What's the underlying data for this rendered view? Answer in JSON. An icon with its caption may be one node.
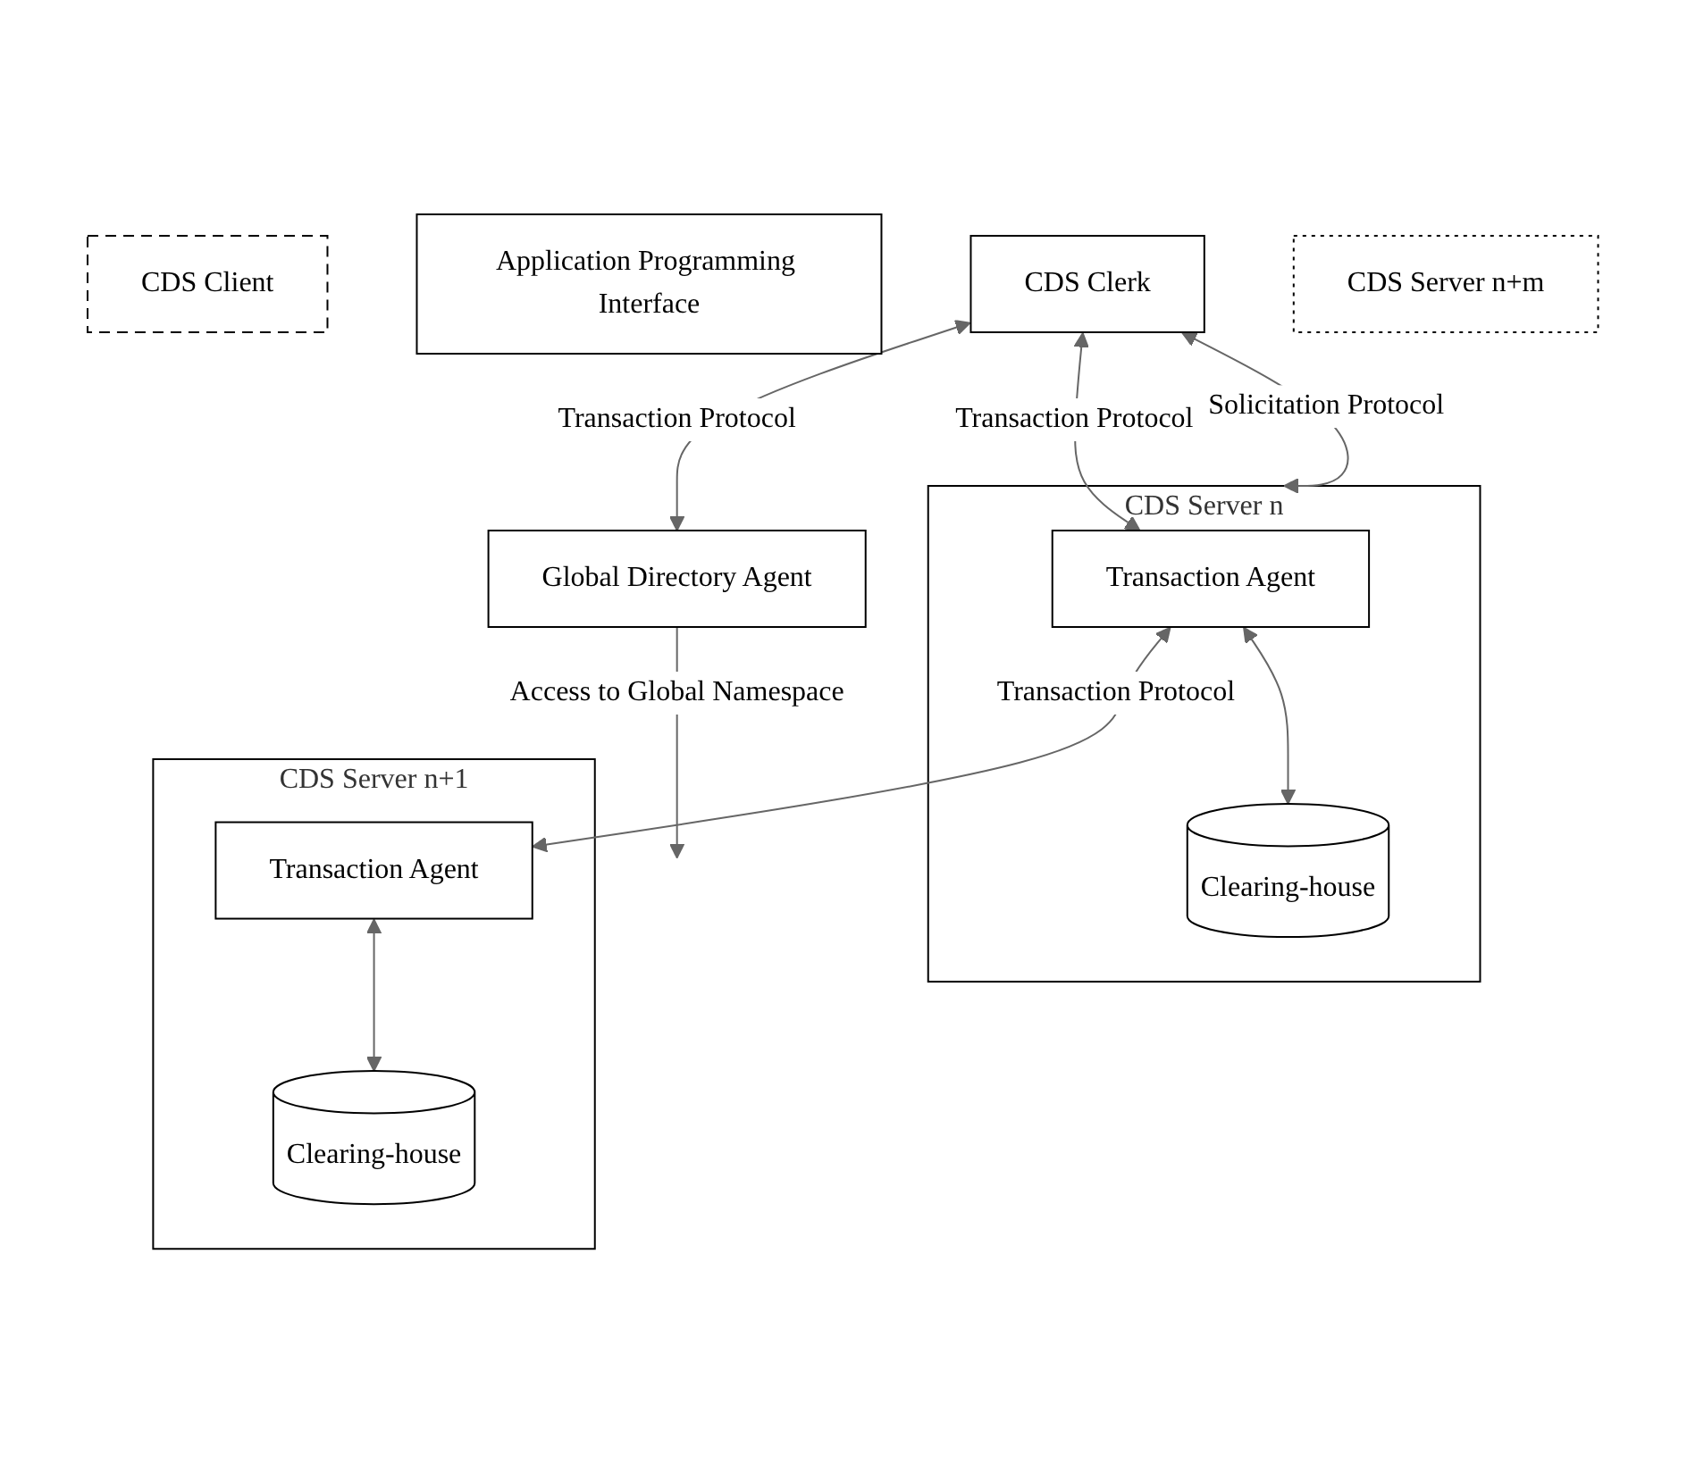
{
  "diagram": {
    "nodes": [
      {
        "text": [
          "CDS Client"
        ]
      },
      {
        "text": [
          "Application Programming Interface"
        ]
      },
      {
        "text": [
          "CDS Clerk"
        ]
      },
      {
        "text": [
          "Global Directory Agent"
        ]
      },
      {
        "text": [
          "CDS Server n"
        ]
      },
      {
        "text": [
          "Transaction Agent"
        ],
        "in": 4
      },
      {
        "text": [
          "Clearing-house"
        ],
        "in": 4
      },
      {
        "text": [
          "CDS Server n+1"
        ]
      },
      {
        "text": [
          "Transaction Agent"
        ],
        "in": 7
      },
      {
        "text": [
          "Clearing-house"
        ],
        "in": 7
      },
      {
        "text": [
          "CDS Server n+m"
        ]
      }
    ],
    "edges": [
      {
        "from": 2,
        "to": 3,
        "arrow": "both",
        "label": "Transaction Protocol"
      },
      {
        "from": 3,
        "to": null,
        "arrow": "to",
        "label": "Access to Global Namespace"
      },
      {
        "from": 2,
        "to": 4,
        "arrow": "both",
        "label": "Solicitation Protocol"
      },
      {
        "from": 2,
        "to": 5,
        "arrow": "both",
        "label": "Transaction Protocol"
      },
      {
        "from": 5,
        "to": 8,
        "arrow": "both",
        "label": "Transaction Protocol"
      },
      {
        "from": 5,
        "to": 6,
        "arrow": "both"
      },
      {
        "from": 8,
        "to": 9,
        "arrow": "both"
      }
    ]
  }
}
